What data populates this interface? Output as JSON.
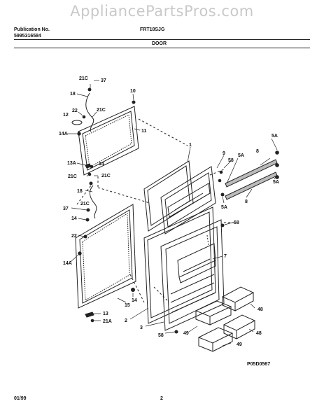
{
  "watermark": "AppliancePartsPros.com",
  "header": {
    "publication_label": "Publication No.",
    "publication_number": "5995316584",
    "model": "FRT18SJG",
    "section": "DOOR"
  },
  "footer": {
    "date": "01/99",
    "page": "2",
    "diagram_code": "P05D0567"
  },
  "callouts": {
    "c21c_a": "21C",
    "c37_a": "37",
    "c18_a": "18",
    "c10": "10",
    "c22_a": "22",
    "c21c_b": "21C",
    "c12": "12",
    "c14a_a": "14A",
    "c11": "11",
    "c13a": "13A",
    "c14_a": "14",
    "c21c_c": "21C",
    "c21c_d": "21C",
    "c18_b": "18",
    "c37_b": "37",
    "c21c_e": "21C",
    "c14_b": "14",
    "c22_b": "22",
    "c14a_b": "14A",
    "c14_c": "14",
    "c15": "15",
    "c13": "13",
    "c21a": "21A",
    "c1": "1",
    "c9": "9",
    "c58_a": "58",
    "c5a_a": "5A",
    "c8_a": "8",
    "c5a_b": "5A",
    "c5a_c": "5A",
    "c5a_d": "5A",
    "c8_b": "8",
    "c58_b": "58",
    "c7": "7",
    "c2": "2",
    "c3": "3",
    "c58_c": "58",
    "c48_a": "48",
    "c49_a": "49",
    "c48_b": "48",
    "c49_b": "49"
  }
}
